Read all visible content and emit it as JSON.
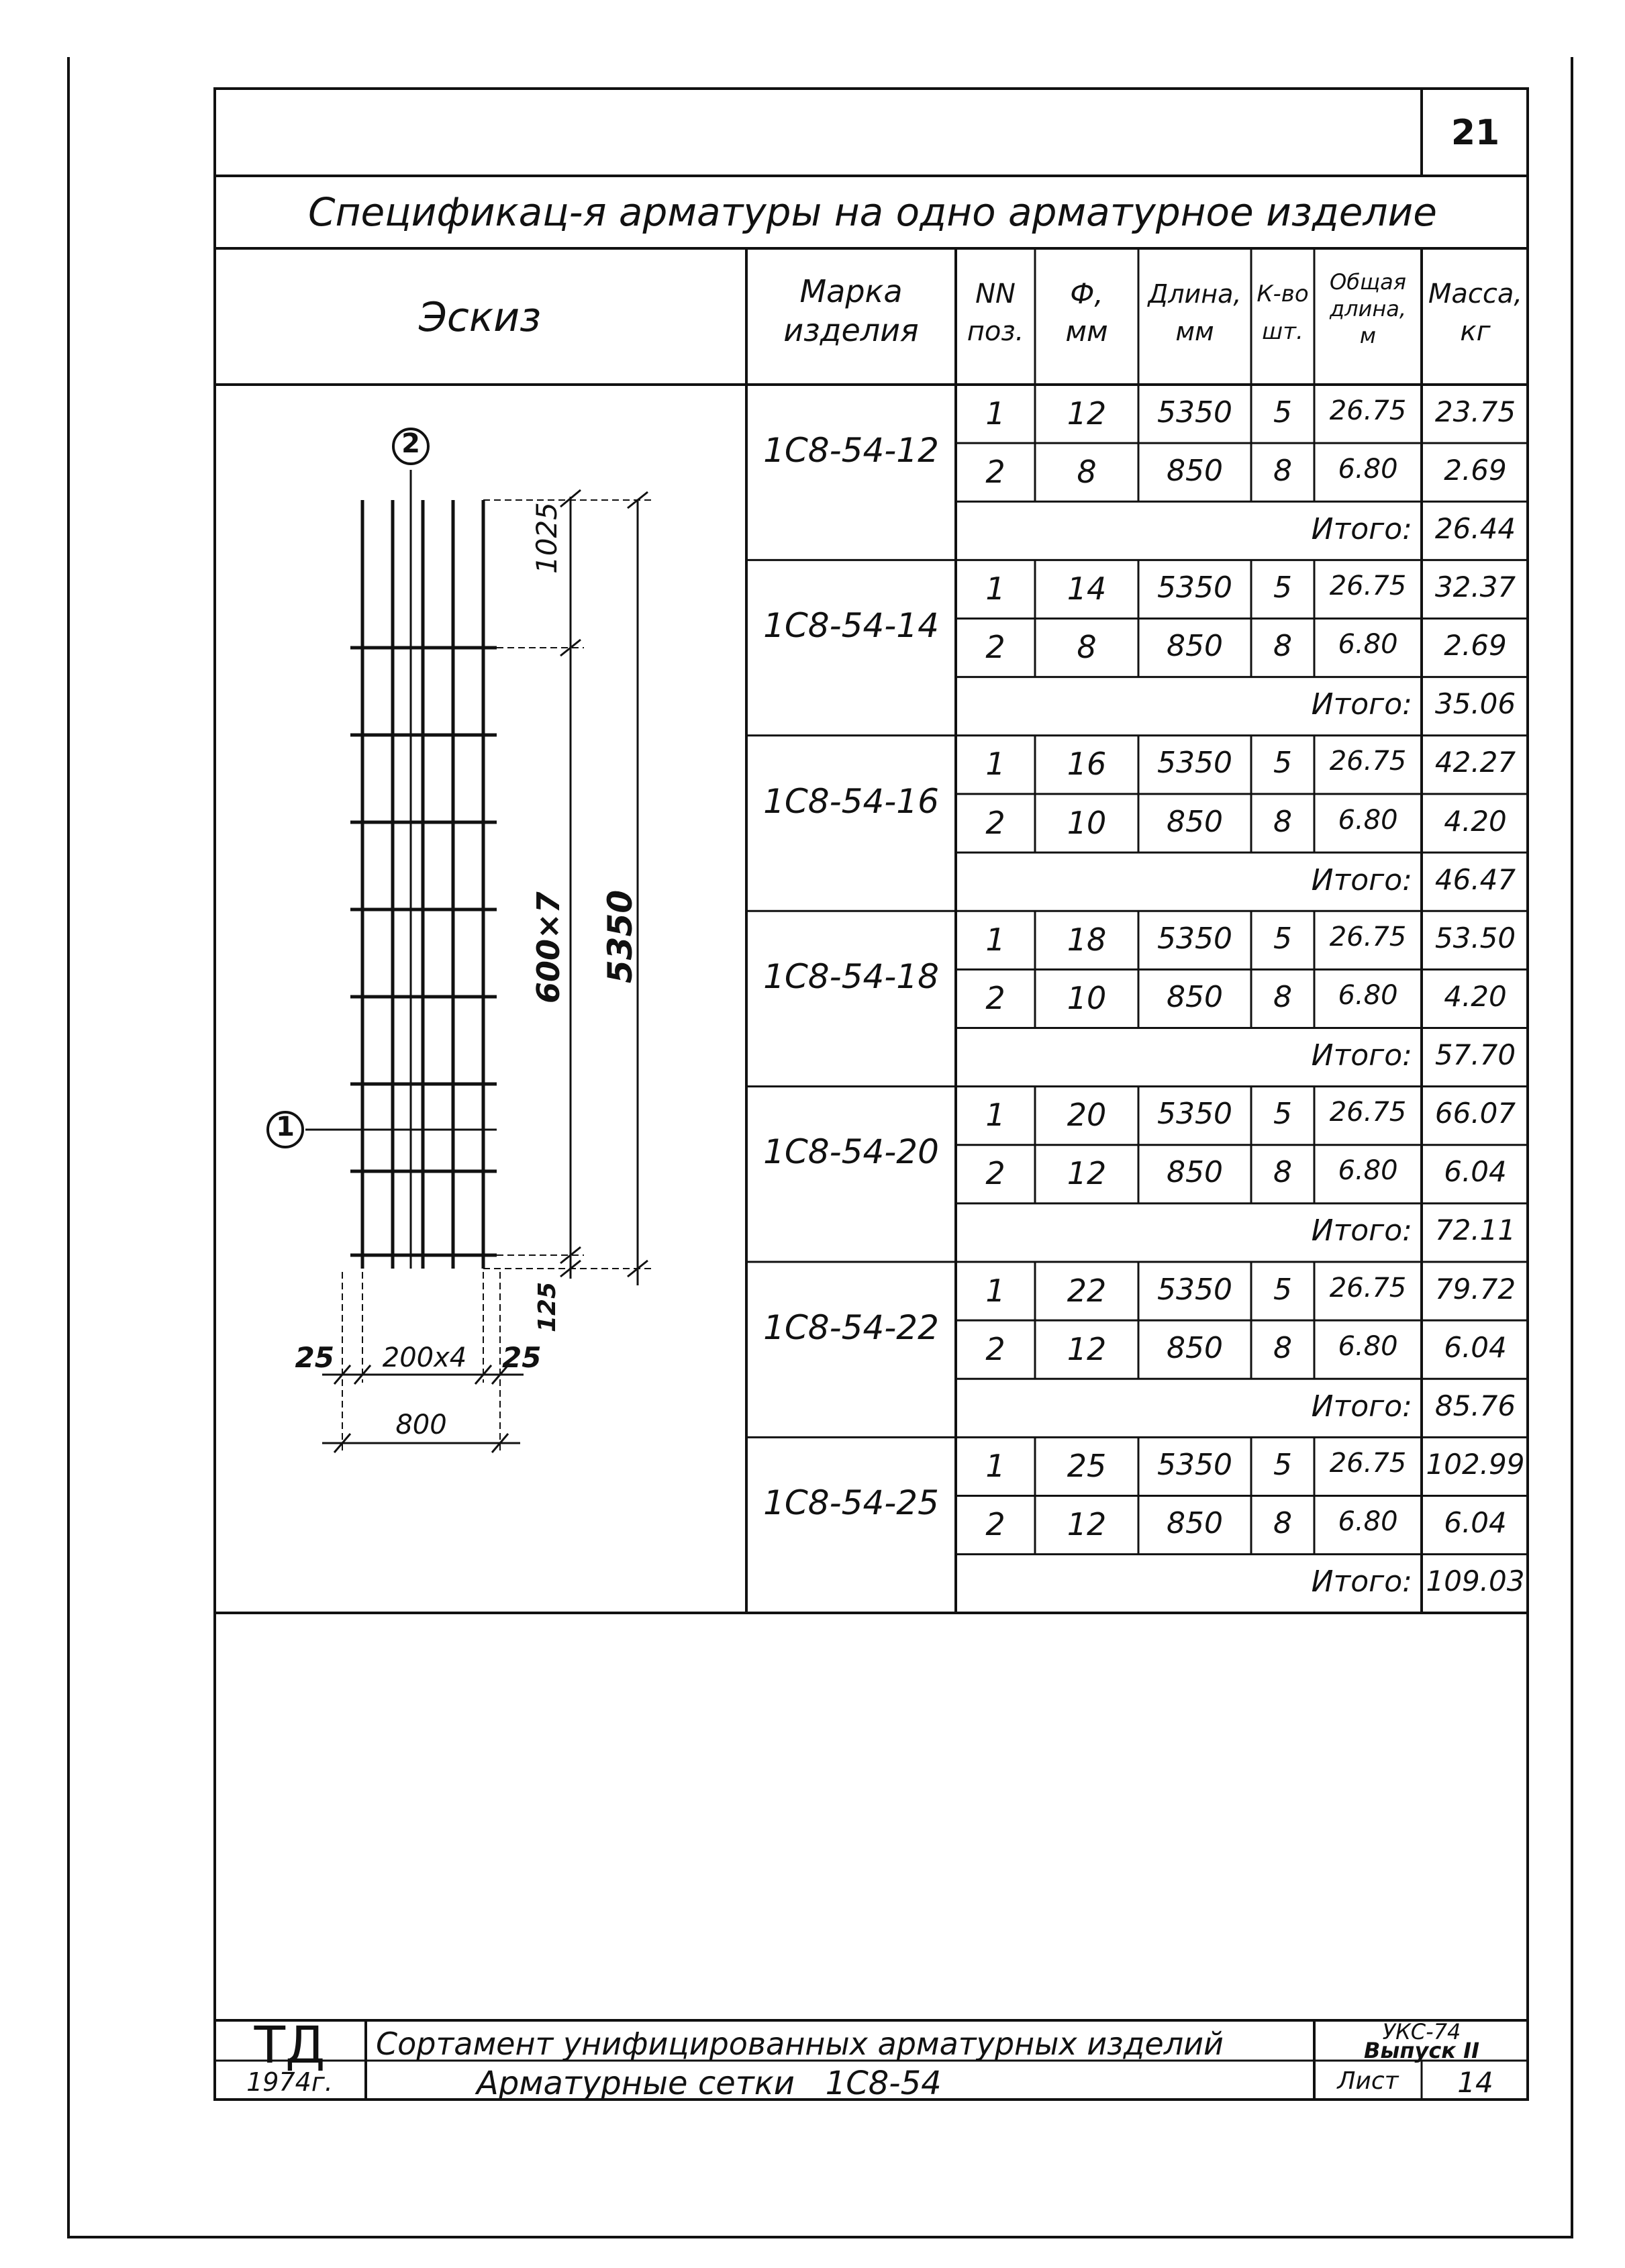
{
  "sheet_number": "21",
  "spec_title": "Спецификац-я арматуры на одно арматурное изделие",
  "headers": {
    "sketch": "Эскиз",
    "mark": [
      "Марка",
      "изделия"
    ],
    "pos": [
      "NN",
      "поз."
    ],
    "dia": [
      "Ф,",
      "мм"
    ],
    "length": [
      "Длина,",
      "мм"
    ],
    "qty": [
      "К-во",
      "шт."
    ],
    "total_length": [
      "Общая",
      "длина,",
      "м"
    ],
    "mass": [
      "Масса,",
      "кг"
    ]
  },
  "products": [
    {
      "mark": "1С8-54-12",
      "rows": [
        {
          "pos": "1",
          "dia": "12",
          "length": "5350",
          "qty": "5",
          "total": "26.75",
          "mass": "23.75"
        },
        {
          "pos": "2",
          "dia": "8",
          "length": "850",
          "qty": "8",
          "total": "6.80",
          "mass": "2.69"
        }
      ],
      "sum_label": "Итого:",
      "sum": "26.44"
    },
    {
      "mark": "1С8-54-14",
      "rows": [
        {
          "pos": "1",
          "dia": "14",
          "length": "5350",
          "qty": "5",
          "total": "26.75",
          "mass": "32.37"
        },
        {
          "pos": "2",
          "dia": "8",
          "length": "850",
          "qty": "8",
          "total": "6.80",
          "mass": "2.69"
        }
      ],
      "sum_label": "Итого:",
      "sum": "35.06"
    },
    {
      "mark": "1С8-54-16",
      "rows": [
        {
          "pos": "1",
          "dia": "16",
          "length": "5350",
          "qty": "5",
          "total": "26.75",
          "mass": "42.27"
        },
        {
          "pos": "2",
          "dia": "10",
          "length": "850",
          "qty": "8",
          "total": "6.80",
          "mass": "4.20"
        }
      ],
      "sum_label": "Итого:",
      "sum": "46.47"
    },
    {
      "mark": "1С8-54-18",
      "rows": [
        {
          "pos": "1",
          "dia": "18",
          "length": "5350",
          "qty": "5",
          "total": "26.75",
          "mass": "53.50"
        },
        {
          "pos": "2",
          "dia": "10",
          "length": "850",
          "qty": "8",
          "total": "6.80",
          "mass": "4.20"
        }
      ],
      "sum_label": "Итого:",
      "sum": "57.70"
    },
    {
      "mark": "1С8-54-20",
      "rows": [
        {
          "pos": "1",
          "dia": "20",
          "length": "5350",
          "qty": "5",
          "total": "26.75",
          "mass": "66.07"
        },
        {
          "pos": "2",
          "dia": "12",
          "length": "850",
          "qty": "8",
          "total": "6.80",
          "mass": "6.04"
        }
      ],
      "sum_label": "Итого:",
      "sum": "72.11"
    },
    {
      "mark": "1С8-54-22",
      "rows": [
        {
          "pos": "1",
          "dia": "22",
          "length": "5350",
          "qty": "5",
          "total": "26.75",
          "mass": "79.72"
        },
        {
          "pos": "2",
          "dia": "12",
          "length": "850",
          "qty": "8",
          "total": "6.80",
          "mass": "6.04"
        }
      ],
      "sum_label": "Итого:",
      "sum": "85.76"
    },
    {
      "mark": "1С8-54-25",
      "rows": [
        {
          "pos": "1",
          "dia": "25",
          "length": "5350",
          "qty": "5",
          "total": "26.75",
          "mass": "102.99"
        },
        {
          "pos": "2",
          "dia": "12",
          "length": "850",
          "qty": "8",
          "total": "6.80",
          "mass": "6.04"
        }
      ],
      "sum_label": "Итого:",
      "sum": "109.03"
    }
  ],
  "sketch": {
    "callout_1": "1",
    "callout_2": "2",
    "dim_1025": "1025",
    "dim_600x7": "600×7",
    "dim_5350": "5350",
    "dim_125": "125",
    "dim_25_left": "25",
    "dim_200x4": "200х4",
    "dim_25_right": "25",
    "dim_800": "800"
  },
  "title_block": {
    "logo": "ТД",
    "year": "1974г.",
    "series_title": "Сортамент унифицированных арматурных изделий",
    "sheet_title": "Арматурные сетки   1С8-54",
    "code_line1": "УКС-74",
    "code_line2": "Выпуск II",
    "sheet_label": "Лист",
    "sheet_no": "14"
  }
}
